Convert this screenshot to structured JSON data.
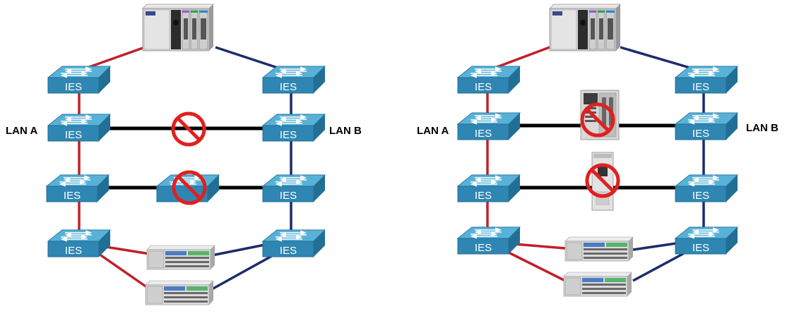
{
  "diagrams": [
    {
      "side": "left",
      "lan_a_label": "LAN A",
      "lan_b_label": "LAN B",
      "switch_label": "IES"
    },
    {
      "side": "right",
      "lan_a_label": "LAN A",
      "lan_b_label": "LAN B",
      "switch_label": "IES"
    }
  ],
  "colors": {
    "lan_a_link": "#c0202a",
    "lan_b_link": "#1c2c6c",
    "crosslink": "#000000",
    "switch_top": "#4aa8cf",
    "switch_front": "#2f86b2",
    "switch_side": "#226f96",
    "prohibit": "#e02020"
  },
  "icons": [
    "controller-chassis-icon",
    "ethernet-switch-icon",
    "io-module-icon",
    "prohibited-icon",
    "bridge-device-icon",
    "tap-device-icon"
  ]
}
